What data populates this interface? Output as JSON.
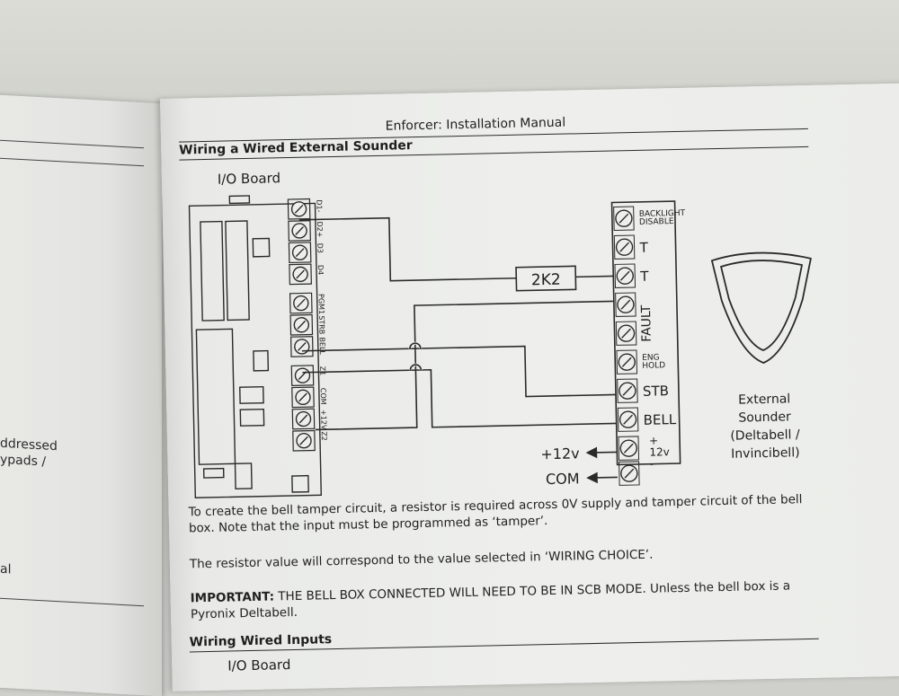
{
  "left_page": {
    "fragments": [
      "ddressed",
      "ypads /",
      "al"
    ]
  },
  "page": {
    "header": "Enforcer: Installation Manual",
    "section_title": "Wiring a Wired External Sounder",
    "io_board_label": "I/O Board",
    "io_terminals": [
      "D1-",
      "D2+",
      "D3",
      "D4",
      "PGM1",
      "STRB",
      "BELL",
      "Z1",
      "COM",
      "+12V",
      "Z2"
    ],
    "resistor_label": "2K2",
    "bell_terminals": [
      "BACKLIGHT DISABLE",
      "T",
      "T",
      "FAULT",
      "ENG HOLD",
      "STB",
      "BELL",
      "+ 12v -"
    ],
    "supply_labels": [
      "+12v",
      "COM"
    ],
    "sounder_caption": [
      "External",
      "Sounder",
      "(Deltabell /",
      "Invincibell)"
    ],
    "para1": "To create the bell tamper circuit, a resistor is required across 0V supply and tamper circuit of the bell box. Note that the input must be programmed as ‘tamper’.",
    "para2": "The resistor value will correspond to the value selected in ‘WIRING CHOICE’.",
    "para3_bold": "IMPORTANT:",
    "para3_rest": " THE BELL BOX CONNECTED WILL NEED TO BE IN SCB MODE. Unless the bell box is a Pyronix Deltabell.",
    "section2_title": "Wiring Wired Inputs",
    "section2_sub": "I/O Board"
  }
}
